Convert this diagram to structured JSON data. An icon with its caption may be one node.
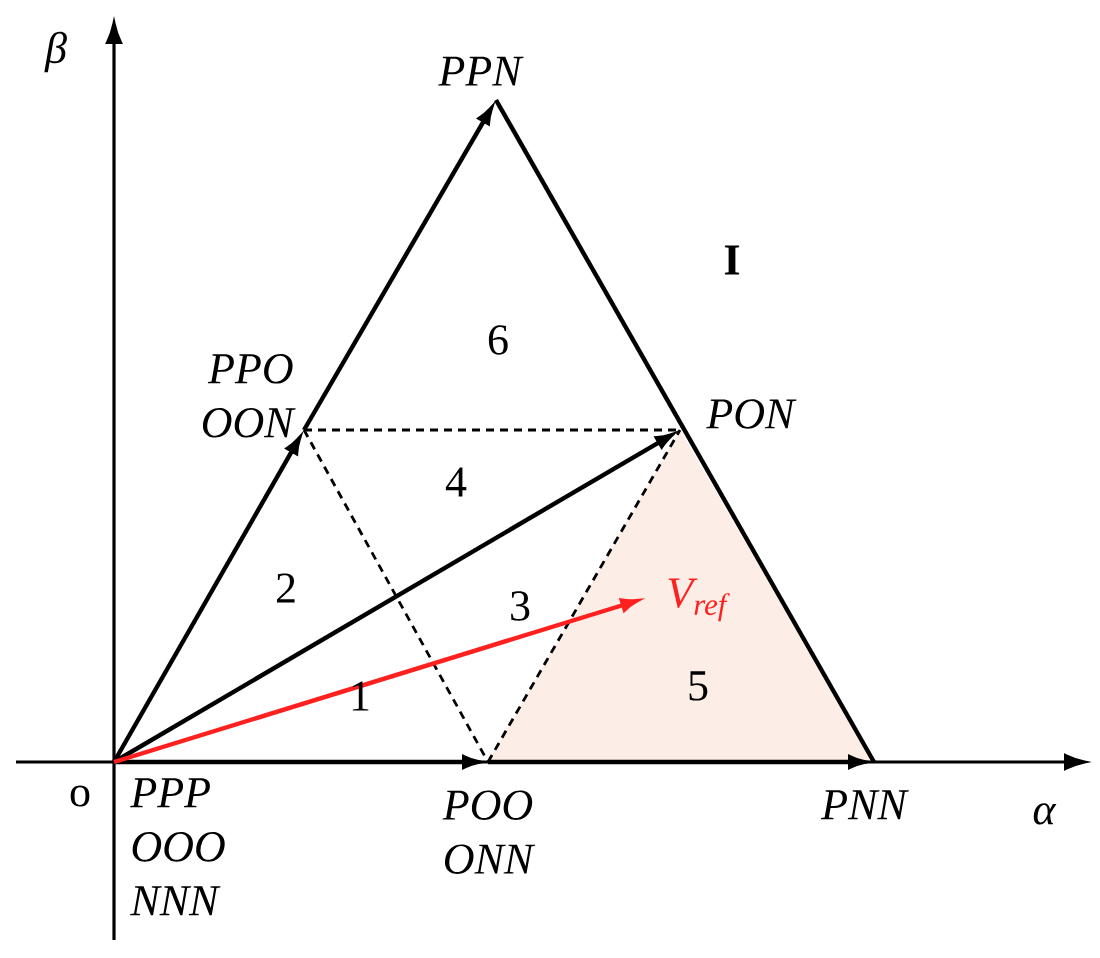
{
  "diagram": {
    "nodes": [
      {
        "text": [
          "PPP OOO NNN"
        ]
      },
      {
        "text": [
          "POO ONN"
        ]
      },
      {
        "text": [
          "PNN"
        ]
      },
      {
        "text": [
          "PON"
        ]
      },
      {
        "text": [
          "PPN"
        ]
      },
      {
        "text": [
          "PPO OON"
        ]
      },
      {
        "text": [
          "V$_{ref}$"
        ]
      }
    ],
    "edges": [
      {
        "from": 0,
        "to": 1,
        "arrow": "to"
      },
      {
        "from": 1,
        "to": 2,
        "arrow": "to"
      },
      {
        "from": 0,
        "to": 5,
        "arrow": "to"
      },
      {
        "from": 5,
        "to": 4,
        "arrow": "to"
      },
      {
        "from": 4,
        "to": 2,
        "arrow": "none"
      },
      {
        "from": 0,
        "to": 3,
        "arrow": "to"
      },
      {
        "from": 5,
        "to": 3,
        "arrow": "none",
        "style": "dashed"
      },
      {
        "from": 5,
        "to": 1,
        "arrow": "none",
        "style": "dashed"
      },
      {
        "from": 1,
        "to": 3,
        "arrow": "none",
        "style": "dashed"
      },
      {
        "from": 0,
        "to": 6,
        "arrow": "to",
        "color": "#ff2020"
      }
    ],
    "labels": [
      "β",
      "I",
      "6",
      "4",
      "2",
      "3",
      "1",
      "5",
      "o",
      "α"
    ]
  }
}
